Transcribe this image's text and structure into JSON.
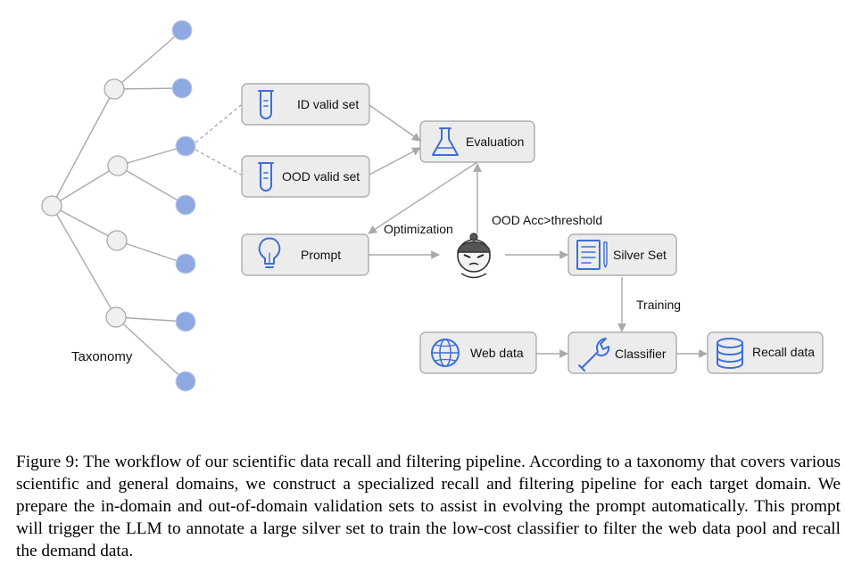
{
  "taxonomy_label": "Taxonomy",
  "nodes": {
    "id_valid_set": "ID valid set",
    "ood_valid_set": "OOD valid set",
    "evaluation": "Evaluation",
    "prompt": "Prompt",
    "silver_set": "Silver Set",
    "web_data": "Web data",
    "classifier": "Classifier",
    "recall_data": "Recall data"
  },
  "edge_labels": {
    "optimization": "Optimization",
    "ood_threshold": "OOD Acc>threshold",
    "training": "Training"
  },
  "icons": {
    "id_valid_set": "test-tube-icon",
    "ood_valid_set": "test-tube-icon",
    "evaluation": "flask-icon",
    "prompt": "lightbulb-icon",
    "llm": "llm-agent-face-icon",
    "silver_set": "document-icon",
    "web_data": "globe-icon",
    "classifier": "wrench-icon",
    "recall_data": "database-icon"
  },
  "colors": {
    "leaf_node": "#8ea9e2",
    "icon_blue": "#3d6fd6",
    "box_fill": "#ececec"
  },
  "caption": "Figure 9: The workflow of our scientific data recall and filtering pipeline. According to a taxonomy that covers various scientific and general domains, we construct a specialized recall and filtering pipeline for each target domain.  We prepare the in-domain and out-of-domain validation sets to assist in evolving the prompt automatically. This prompt will trigger the LLM to annotate a large silver set to train the low-cost classifier to filter the web data pool and recall the demand data."
}
